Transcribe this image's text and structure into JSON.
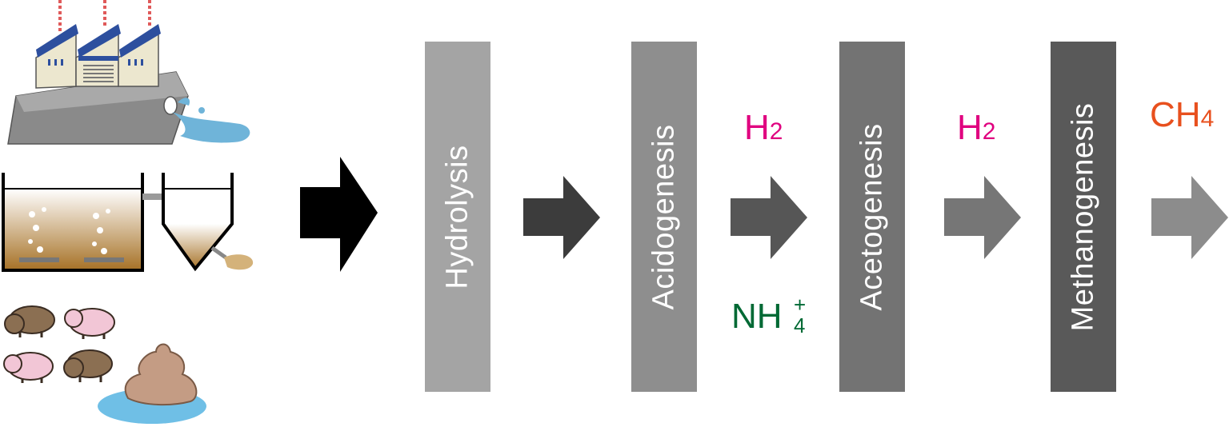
{
  "stages": [
    {
      "label": "Hydrolysis",
      "color": "#a4a4a4"
    },
    {
      "label": "Acidogenesis",
      "color": "#8e8e8e"
    },
    {
      "label": "Acetogenesis",
      "color": "#737373"
    },
    {
      "label": "Methanogenesis",
      "color": "#595959"
    }
  ],
  "byproducts": {
    "h2_first": {
      "main": "H",
      "sub": "2",
      "color": "#e0007f"
    },
    "nh4": {
      "main": "NH",
      "sup": "+",
      "sub": "4",
      "color": "#006934"
    },
    "h2_second": {
      "main": "H",
      "sub": "2",
      "color": "#e0007f"
    },
    "ch4": {
      "main": "CH",
      "sub": "4",
      "color": "#e8501e"
    }
  },
  "sources": [
    {
      "icon": "factory-wastewater-icon"
    },
    {
      "icon": "activated-sludge-tank-icon"
    },
    {
      "icon": "livestock-manure-icon"
    }
  ]
}
